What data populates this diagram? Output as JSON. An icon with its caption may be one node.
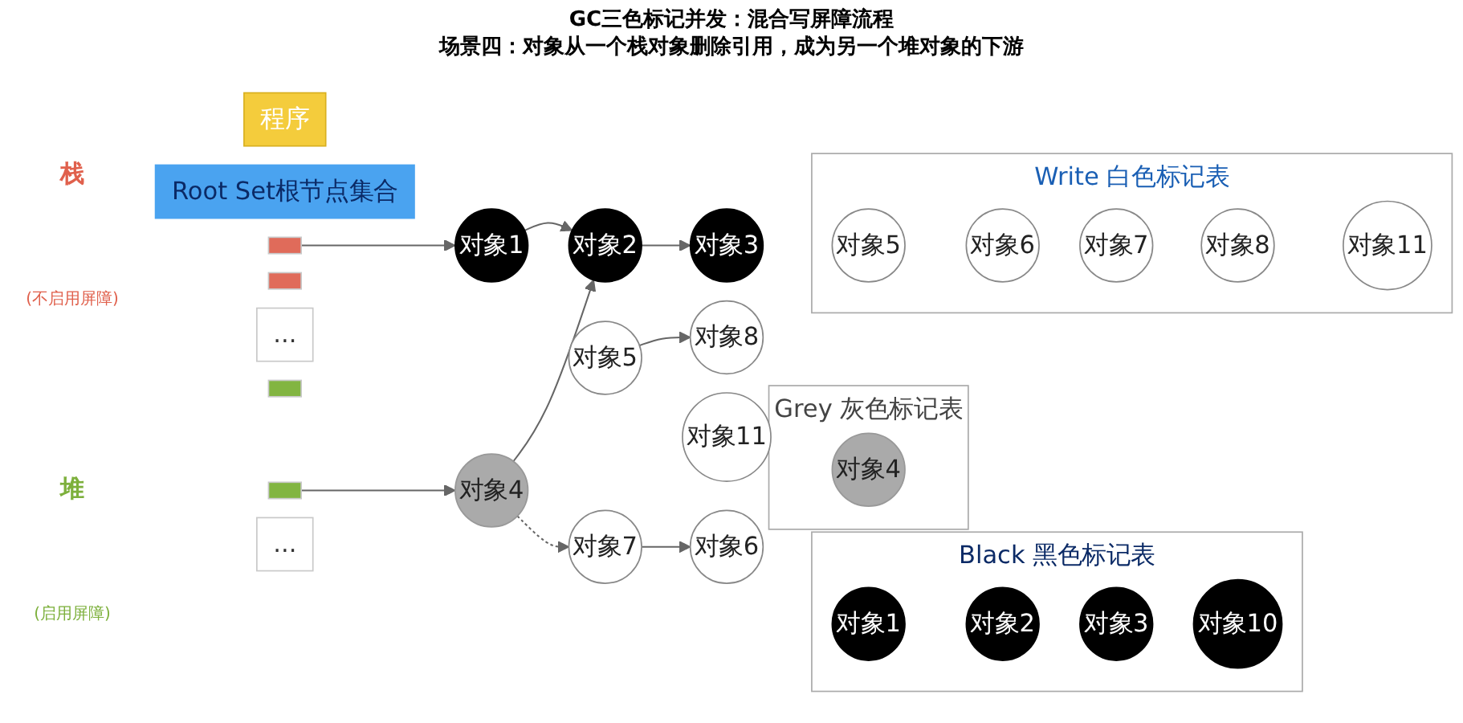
{
  "diagram": {
    "title": "GC三色标记并发：混合写屏障流程",
    "nodes": [
      {
        "text": [
          "程序"
        ]
      },
      {
        "text": [
          "Root Set根节点集合"
        ]
      },
      {
        "text": [],
        "shape": "box"
      },
      {
        "text": [],
        "shape": "box"
      },
      {
        "text": [
          "..."
        ]
      },
      {
        "text": [],
        "shape": "box"
      },
      {
        "text": [],
        "shape": "box"
      },
      {
        "text": [
          "..."
        ]
      },
      {
        "text": [
          "对象1"
        ]
      },
      {
        "text": [
          "对象2"
        ]
      },
      {
        "text": [
          "对象3"
        ]
      },
      {
        "text": [
          "对象5"
        ]
      },
      {
        "text": [
          "对象8"
        ]
      },
      {
        "text": [
          "对象11"
        ]
      },
      {
        "text": [
          "对象4"
        ]
      },
      {
        "text": [
          "对象7"
        ]
      },
      {
        "text": [
          "对象6"
        ]
      },
      {
        "text": [
          "Write 白色标记表"
        ]
      },
      {
        "text": [
          "对象5"
        ],
        "in": 17
      },
      {
        "text": [
          "对象6"
        ],
        "in": 17
      },
      {
        "text": [
          "对象7"
        ],
        "in": 17
      },
      {
        "text": [
          "对象8"
        ],
        "in": 17
      },
      {
        "text": [
          "对象11"
        ],
        "in": 17
      },
      {
        "text": [
          "Grey 灰色标记表"
        ]
      },
      {
        "text": [
          "对象4"
        ],
        "in": 23
      },
      {
        "text": [
          "Black 黑色标记表"
        ]
      },
      {
        "text": [
          "对象1"
        ],
        "in": 25
      },
      {
        "text": [
          "对象2"
        ],
        "in": 25
      },
      {
        "text": [
          "对象3"
        ],
        "in": 25
      },
      {
        "text": [
          "对象10"
        ],
        "in": 25
      }
    ],
    "edges": [
      {
        "from": 2,
        "to": 8,
        "arrow": "to"
      },
      {
        "from": 8,
        "to": 9,
        "arrow": "to"
      },
      {
        "from": 9,
        "to": 10,
        "arrow": "to"
      },
      {
        "from": 11,
        "to": 12,
        "arrow": "to"
      },
      {
        "from": 14,
        "to": 9,
        "arrow": "to"
      },
      {
        "from": 14,
        "to": 15,
        "arrow": "to",
        "style": "dashed"
      },
      {
        "from": 15,
        "to": 16,
        "arrow": "to"
      },
      {
        "from": 6,
        "to": 14,
        "arrow": "to"
      }
    ],
    "labels": [
      "场景四：对象从一个栈对象删除引用，成为另一个堆对象的下游",
      "栈",
      "(不启用屏障)",
      "堆",
      "(启用屏障)"
    ]
  }
}
